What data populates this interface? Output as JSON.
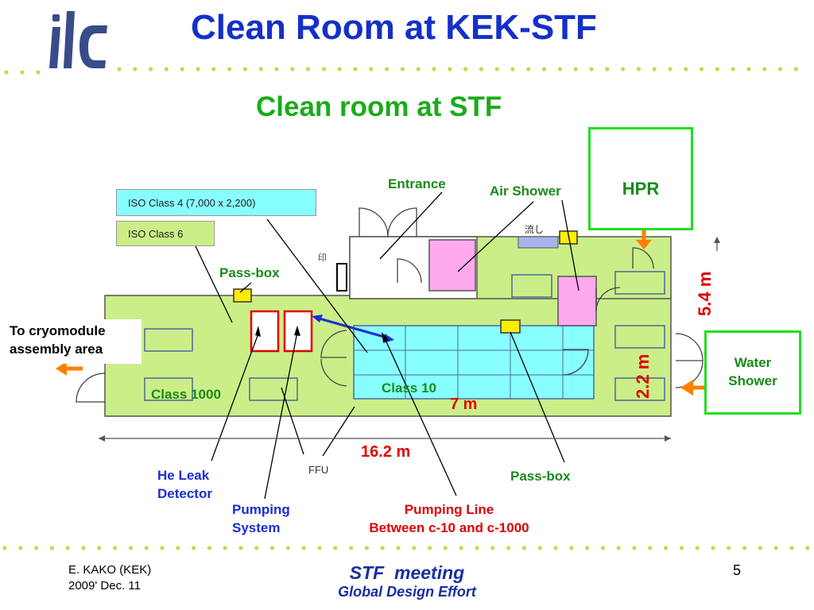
{
  "title": "Clean Room at KEK-STF",
  "subtitle": "Clean room at STF",
  "logo_text": "ilc",
  "legend": {
    "iso4": "ISO Class 4 (7,000 x 2,200)",
    "iso6": "ISO Class 6"
  },
  "labels": {
    "entrance": "Entrance",
    "air_shower": "Air Shower",
    "hpr": "HPR",
    "pass_box_top": "Pass-box",
    "to_cryomodule": "To cryomodule\nassembly area",
    "class_1000": "Class 1000",
    "class_10": "Class 10",
    "water_shower": "Water\nShower",
    "he_leak": "He Leak\nDetector",
    "pumping_system": "Pumping\nSystem",
    "pumping_line": "Pumping Line\nBetween c-10 and c-1000",
    "pass_box_bottom": "Pass-box",
    "ffu": "FFU",
    "nagashi": "流し"
  },
  "dimensions": {
    "length": "16.2 m",
    "class10_length": "7 m",
    "height_total": "5.4 m",
    "height_class10": "2.2 m"
  },
  "footer": {
    "author": "E. KAKO (KEK)",
    "date": "2009' Dec. 11",
    "meeting": "STF  meeting",
    "org": "Global Design Effort",
    "page": "5"
  },
  "colors": {
    "title": "#1430c8",
    "subtitle": "#1aab1a",
    "class1000_fill": "#ccee88",
    "class10_fill": "#88ffff",
    "air_shower_fill": "#ffaaee",
    "highlight_box": "#22dd22",
    "dimension": "#e00000",
    "arrow": "#ff7f00"
  }
}
